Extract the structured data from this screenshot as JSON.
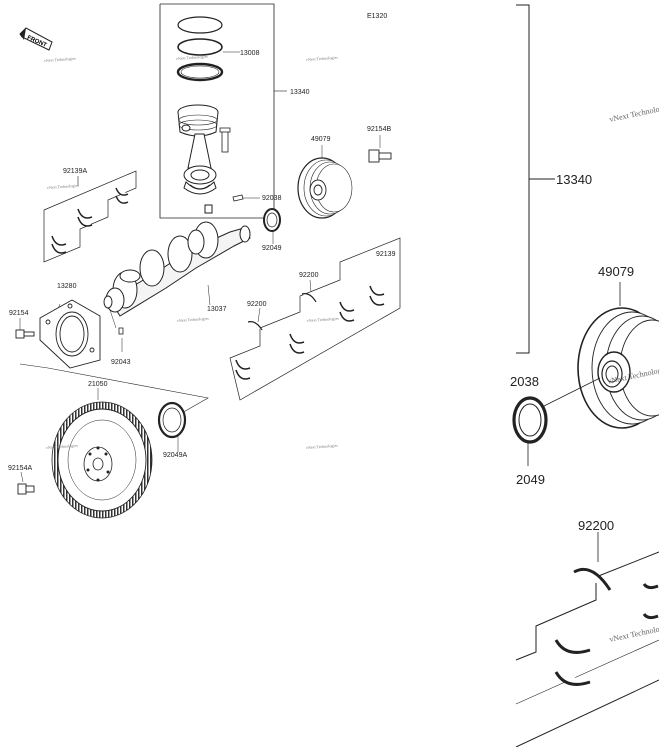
{
  "diagram": {
    "code": "E1320",
    "front_label": "FRONT",
    "watermark": "vNext Technologies",
    "parts": [
      {
        "id": "p13008",
        "number": "13008"
      },
      {
        "id": "p13340",
        "number": "13340"
      },
      {
        "id": "p49079",
        "number": "49079"
      },
      {
        "id": "p92154B",
        "number": "92154B"
      },
      {
        "id": "p92139A",
        "number": "92139A"
      },
      {
        "id": "p92038",
        "number": "92038"
      },
      {
        "id": "p92049",
        "number": "92049"
      },
      {
        "id": "p92139",
        "number": "92139"
      },
      {
        "id": "p92200",
        "number": "92200"
      },
      {
        "id": "p13280",
        "number": "13280"
      },
      {
        "id": "p92200b",
        "number": "92200"
      },
      {
        "id": "p13037",
        "number": "13037"
      },
      {
        "id": "p92154",
        "number": "92154"
      },
      {
        "id": "p92043",
        "number": "92043"
      },
      {
        "id": "p21050",
        "number": "21050"
      },
      {
        "id": "p92049A",
        "number": "92049A"
      },
      {
        "id": "p92154A",
        "number": "92154A"
      }
    ],
    "zoom": {
      "parts": [
        {
          "id": "z13340",
          "number": "13340"
        },
        {
          "id": "z49079",
          "number": "49079"
        },
        {
          "id": "z2038",
          "number": "2038"
        },
        {
          "id": "z2049",
          "number": "2049"
        },
        {
          "id": "z92200",
          "number": "92200"
        }
      ]
    }
  }
}
